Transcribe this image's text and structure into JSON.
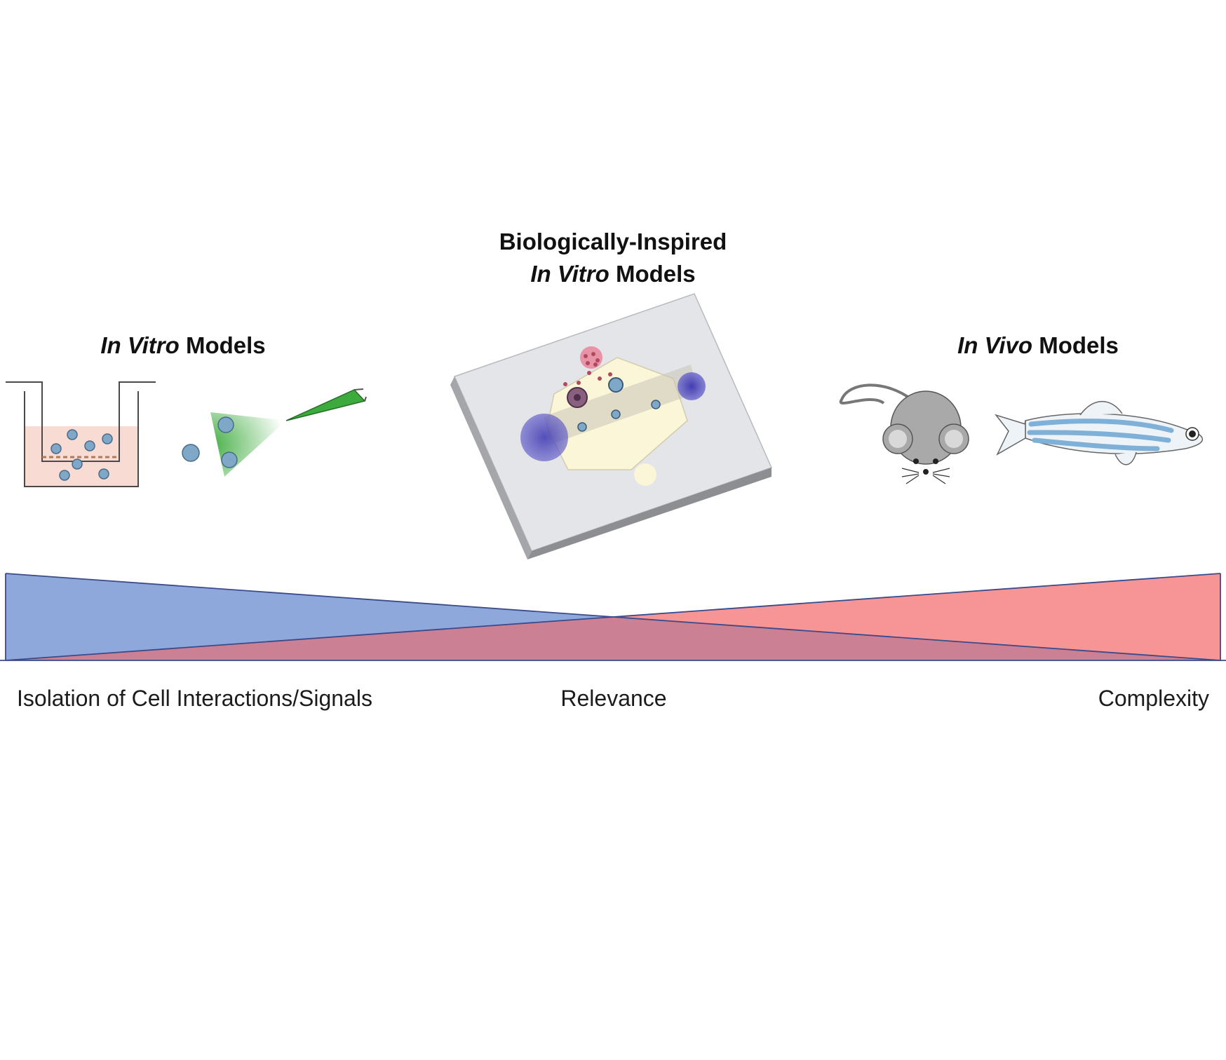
{
  "headings": {
    "in_vitro": {
      "italic": "In Vitro",
      "rest": " Models"
    },
    "bio_inspired": {
      "line1": "Biologically-Inspired",
      "line2_italic": "In Vitro",
      "line2_rest": " Models"
    },
    "in_vivo": {
      "italic": "In Vivo",
      "rest": " Models"
    }
  },
  "axis_labels": {
    "left": "Isolation of Cell Interactions/Signals",
    "center": "Relevance",
    "right": "Complexity"
  },
  "colors": {
    "blue_wedge": "#8ea8dc",
    "red_wedge": "#f79496",
    "overlap": "#cc8094",
    "wedge_outline": "#3b4a8a",
    "chip": "#e3e5e8",
    "chip_side": "#8c8e92",
    "well_medium": "#f8dcd4",
    "cell": "#7fa8c8",
    "pipette_green": "#3caa3c",
    "mouse_gray": "#a9a9a9"
  },
  "icons": [
    "transwell-well-icon",
    "pipette-stimulation-icon",
    "organ-chip-icon",
    "mouse-icon",
    "zebrafish-icon"
  ]
}
